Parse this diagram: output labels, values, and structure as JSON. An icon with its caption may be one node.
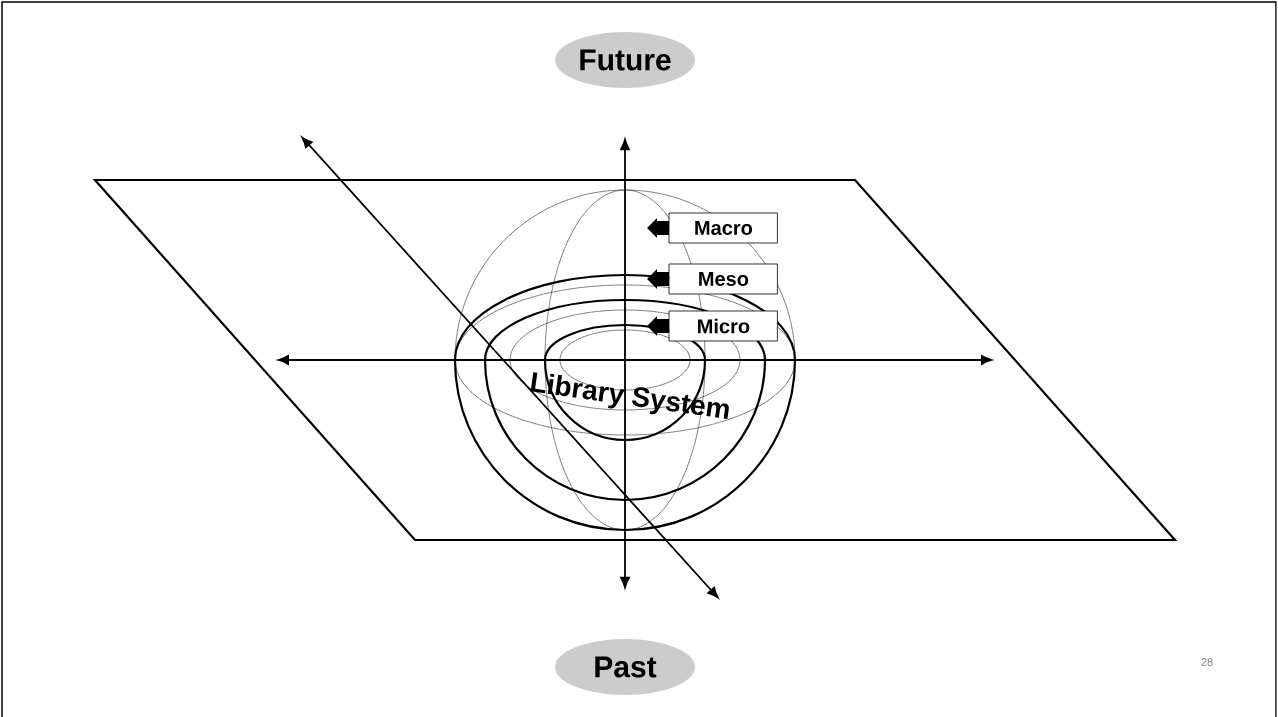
{
  "diagram": {
    "nodes": [
      {
        "text": [
          "Future"
        ]
      },
      {
        "text": [
          "Past"
        ]
      },
      {
        "text": [
          "Macro"
        ]
      },
      {
        "text": [
          "Meso"
        ]
      },
      {
        "text": [
          "Micro"
        ]
      }
    ],
    "edges": [
      {
        "from": null,
        "to": 0,
        "arrow": "to"
      },
      {
        "from": null,
        "to": 1,
        "arrow": "to"
      }
    ],
    "labels": [
      "Library System",
      "28"
    ]
  }
}
